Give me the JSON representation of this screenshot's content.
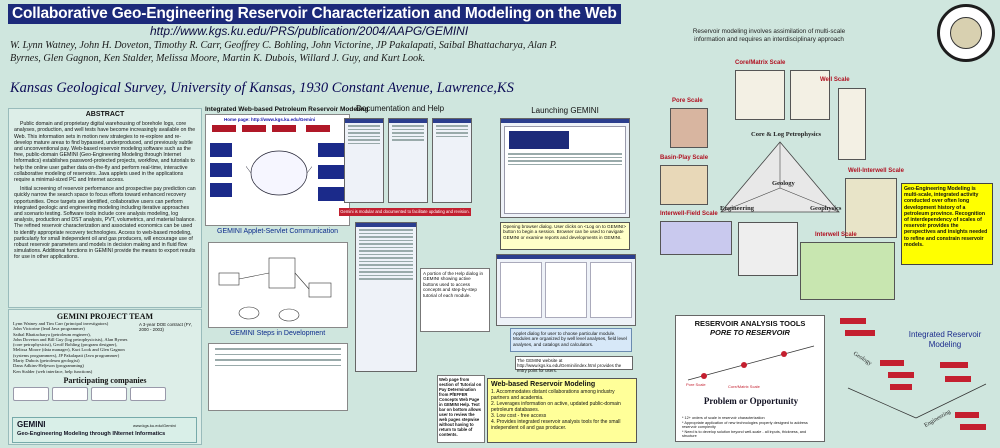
{
  "header": {
    "title": "Collaborative Geo-Engineering Reservoir Characterization and Modeling on the Web",
    "url": "http://www.kgs.ku.edu/PRS/publication/2004/AAPG/GEMINI",
    "authors": "W. Lynn Watney, John H. Doveton, Timothy R. Carr, Geoffrey C. Bohling, John Victorine, JP Pakalapati, Saibal Bhattacharya, Alan P. Byrnes, Glen Gagnon, Ken Stalder, Melissa Moore, Martin K. Dubois, Willard J. Guy, and Kurt Look.",
    "institution": "Kansas Geological Survey, University of Kansas, 1930 Constant Avenue, Lawrence,KS"
  },
  "abstract": {
    "title": "ABSTRACT",
    "p1": "Public domain and proprietary digital warehousing of borehole logs, core analyses, production, and well tests have become increasingly available on the Web. This information sets in motion new strategies to re-explore and re-develop mature areas to find bypassed, underproduced, and previously subtle and unconventional pay. Web-based reservoir modeling software such as the free, public-domain GEMINI (Geo-Engineering Modeling through Internet Informatics) establishes password-protected projects, workflow, and tutorials to help the online user gather data on-the-fly and perform real-time, interactive collaborative modeling of reservoirs. Java applets used in the applications require a minimal-sized PC and Internet access.",
    "p2": "Initial screening of reservoir performance and prospective pay prediction can quickly narrow the search space to focus efforts toward enhanced recovery opportunities. Once targets are identified, collaborative users can perform integrated geologic and engineering modeling including iterative approaches and scenario testing. Software tools include core analysis modeling, log analysis, production and DST analysis, PVT, volumetrics, and material balance. The refined reservoir characterization and associated economics can be used to identify appropriate recovery technologies. Access to web-based modeling, particularly for small independent oil and gas producers, will encourage use of robust reservoir parameters and models in decision making and in fluid flow simulations. Additional functions in GEMINI provide the means to export results for use in other applications."
  },
  "team": {
    "title": "GEMINI PROJECT TEAM",
    "members": [
      "Lynn Watney and Tim Carr (principal investigators)",
      "John Victorine (lead Java programmer)",
      "Saibal Bhattacharya (petroleum engineer),",
      "John Doveton and Bill Guy (log petrophysicists), Alan Byrnes (core petrophysicist), Geoff Bohling (program designer), Melissa Moore (data manager), Kurt Look and Glen Gagnon (systems programmers), JP Pakalapati (Java programmer)",
      "Marty Dubois (petroleum geologist)",
      "Dana Adkins-Heljeson (programming)",
      "Ken Stalder (web interface, help functions)"
    ],
    "contact": "A 3-year DOE contract (FY, 2000 - 2003)",
    "companies_title": "Participating companies"
  },
  "gemini_badge": {
    "line1": "GEMINI",
    "line2": "Geo-Engineering Modeling through INternet Informatics",
    "url": "www.kgs.ku.edu/Gemini"
  },
  "center": {
    "webbased_title": "Integrated Web-based Petroleum Reservoir Modeling",
    "homepage": "Home page: http://www.kgs.ku.edu/Gemini",
    "doc_title": "Documentation and Help",
    "doc_caption": "Gemini is modular and documented to facilitate updating and revision.",
    "applet_title": "GEMINI Applet-Servlet Communication",
    "steps_title": "GEMINI Steps in Development",
    "help_note": "A portion of the Help dialog in GEMINI showing active buttons used to access concepts and step-by-step tutorial of each module.",
    "applet_note": "Applet dialog for user to choose particular module. Modules are organized by well level analyses, field level analyses, and catalogs and calculators.",
    "url_note": "The GEMINI website at http://www.kgs.ku.edu/Gemini/index.html provides the entry point for users.",
    "launch_title": "Launching GEMINI",
    "launch_caption": "Opening browser dialog. User clicks on <Log on to GEMINI> button to begin a session. Browser can be used to navigate GEMINI or examine reports and developments in GEMINI.",
    "help_bottom": "Web page from section of Tutorial on Pay Determination from PfEFFER Concepts Web Page in GEMINI Help. Text bar on bottom allows user to review the web pages stepwise without having to return to table of contents.",
    "webrm_title": "Web-based Reservoir Modeling",
    "webrm_items": [
      "1. Accommodates distant collaborations among industry partners and academia.",
      "2. Leverages information on active, updated public-domain petroleum databases.",
      "3. Low cost - free access",
      "4. Provides integrated reservoir analysis tools for the small independent oil and gas producer."
    ]
  },
  "right": {
    "intro": "Reservoir modeling involves assimilation of multi-scale information and requires an interdisciplinary approach",
    "scales": {
      "core_matrix": "Core/Matrix Scale",
      "well": "Well Scale",
      "pore": "Pore Scale",
      "basin_play": "Basin-Play Scale",
      "well_interwell": "Well-Interwell Scale",
      "interwell_field": "Interwell-Field Scale",
      "interwell": "Interwell Scale"
    },
    "triangle": {
      "top": "Core & Log Petrophysics",
      "center": "Geology",
      "left": "Engineering",
      "right": "Geophysics"
    },
    "geo_box": "Geo-Engineering Modeling is multi-scale, integrated activity conducted over often long development history of a petroleum province. Recognition of interdependency of scales of reservoir provides the perspectives and insights needed to refine and constrain reservoir models.",
    "tools_title1": "RESERVOIR ANALYSIS TOOLS",
    "tools_title2": "PORE TO RESERVOIR",
    "tools_pore": "Pore Scale",
    "tools_core": "Core/Matrix Scale",
    "problem": "Problem or Opportunity",
    "tools_note": "* 12+ orders of scale in reservoir characterization\n* Appropriate application of new technologies properly designed to address reservoir complexity\n* Need is to develop solution beyond well-scale - all inputs, thickness, and structure",
    "irm_title": "Integrated Reservoir Modeling",
    "vlabel_geology": "Geology",
    "vlabel_engineering": "Engineering"
  },
  "colors": {
    "background": "#cfe6de",
    "title_bg": "#1c2a7a",
    "accent_red": "#c41f2f",
    "note_yellow": "#ffff99"
  }
}
